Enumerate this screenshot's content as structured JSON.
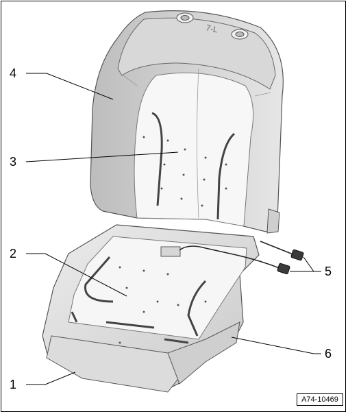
{
  "figure": {
    "id_label": "A74-10469",
    "embossed_text": "7-L"
  },
  "callouts": [
    {
      "number": "4"
    },
    {
      "number": "3"
    },
    {
      "number": "2"
    },
    {
      "number": "5"
    },
    {
      "number": "6"
    },
    {
      "number": "1"
    }
  ]
}
